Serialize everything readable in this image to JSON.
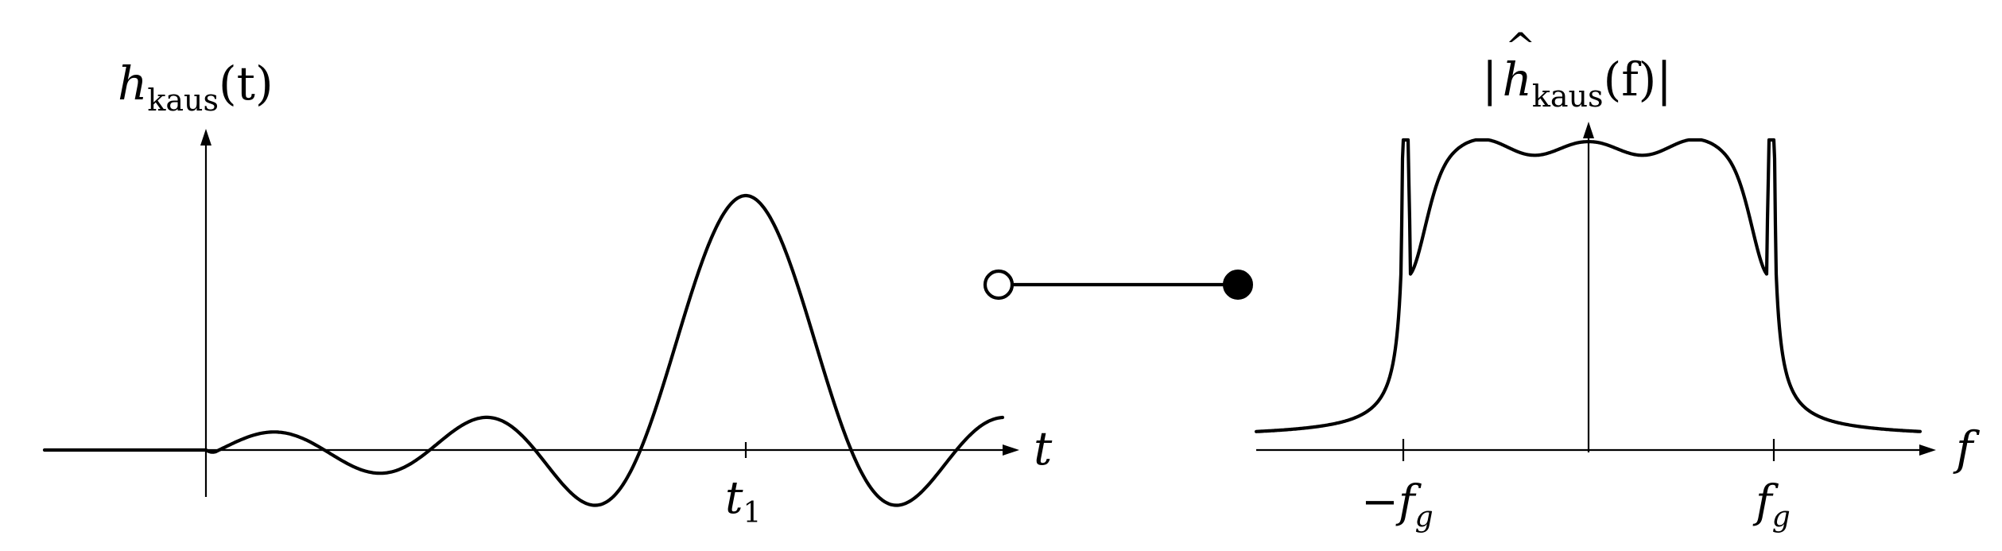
{
  "left_plot": {
    "ylabel": {
      "base": "h",
      "sub": "kaus",
      "arg": "(t)"
    },
    "xlabel": "t",
    "tick_label": {
      "base": "t",
      "sub": "1"
    }
  },
  "connector": {
    "start_marker": "open-circle",
    "end_marker": "filled-circle"
  },
  "right_plot": {
    "ylabel": {
      "open": "|",
      "base": "h",
      "accent": "^",
      "sub": "kaus",
      "arg": "(f)",
      "close": "|"
    },
    "xlabel": "f",
    "tick_left": {
      "sign": "−",
      "base": "f",
      "sub": "g"
    },
    "tick_right": {
      "base": "f",
      "sub": "g"
    }
  }
}
